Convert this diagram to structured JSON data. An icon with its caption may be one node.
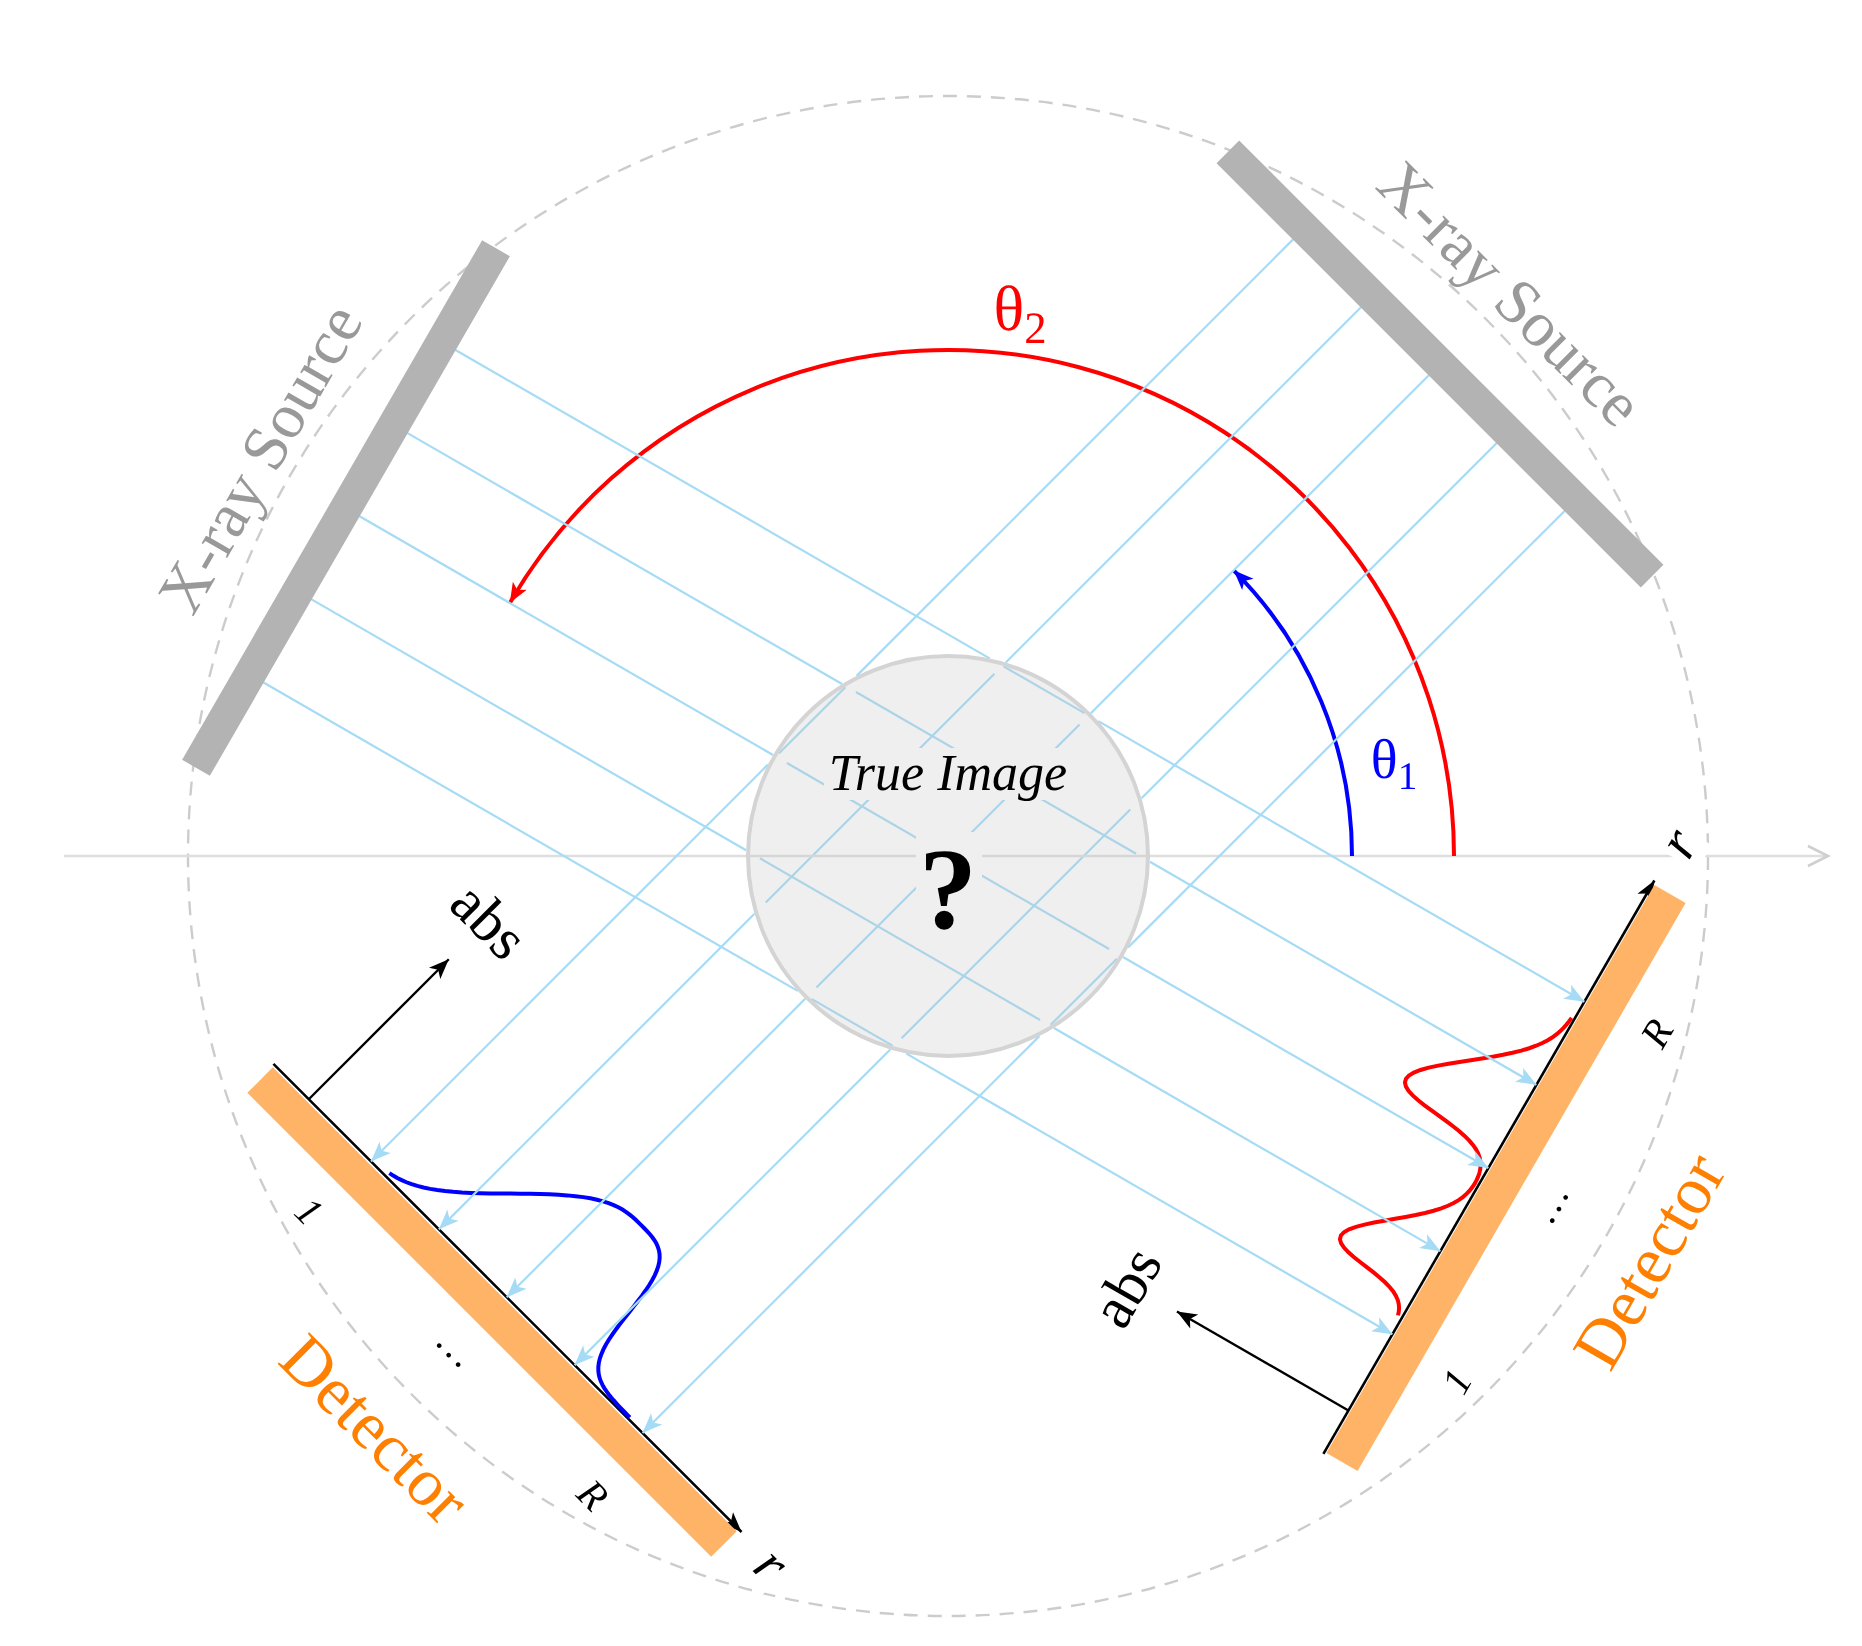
{
  "diagram": {
    "nodes": [
      {
        "text": [
          "X-ray Source"
        ]
      },
      {
        "text": [
          "X-ray Source"
        ]
      },
      {
        "text": [
          "True Image",
          "?"
        ]
      },
      {
        "text": [
          "Detector"
        ]
      },
      {
        "text": [
          "Detector"
        ]
      }
    ],
    "edges": [
      {
        "from": 0,
        "to": 2,
        "arrow": "none"
      },
      {
        "from": 2,
        "to": 4,
        "arrow": "to"
      },
      {
        "from": 0,
        "to": 2,
        "arrow": "none"
      },
      {
        "from": 2,
        "to": 4,
        "arrow": "to"
      },
      {
        "from": 0,
        "to": 2,
        "arrow": "none"
      },
      {
        "from": 2,
        "to": 4,
        "arrow": "to"
      },
      {
        "from": 0,
        "to": 2,
        "arrow": "none"
      },
      {
        "from": 2,
        "to": 4,
        "arrow": "to"
      },
      {
        "from": 0,
        "to": 2,
        "arrow": "none"
      },
      {
        "from": 2,
        "to": 4,
        "arrow": "to"
      },
      {
        "from": 1,
        "to": 2,
        "arrow": "none"
      },
      {
        "from": 2,
        "to": 3,
        "arrow": "to"
      },
      {
        "from": 1,
        "to": 2,
        "arrow": "none"
      },
      {
        "from": 2,
        "to": 3,
        "arrow": "to"
      },
      {
        "from": 1,
        "to": 2,
        "arrow": "none"
      },
      {
        "from": 2,
        "to": 3,
        "arrow": "to"
      },
      {
        "from": 1,
        "to": 2,
        "arrow": "none"
      },
      {
        "from": 2,
        "to": 3,
        "arrow": "to"
      },
      {
        "from": 1,
        "to": 2,
        "arrow": "none"
      },
      {
        "from": 2,
        "to": 3,
        "arrow": "to"
      }
    ],
    "labels": [
      "θ$_{2}$",
      "θ$_{1}$",
      "r",
      "abs",
      "R",
      "…",
      "1",
      "abs",
      "…",
      "1",
      "R",
      "r"
    ]
  }
}
